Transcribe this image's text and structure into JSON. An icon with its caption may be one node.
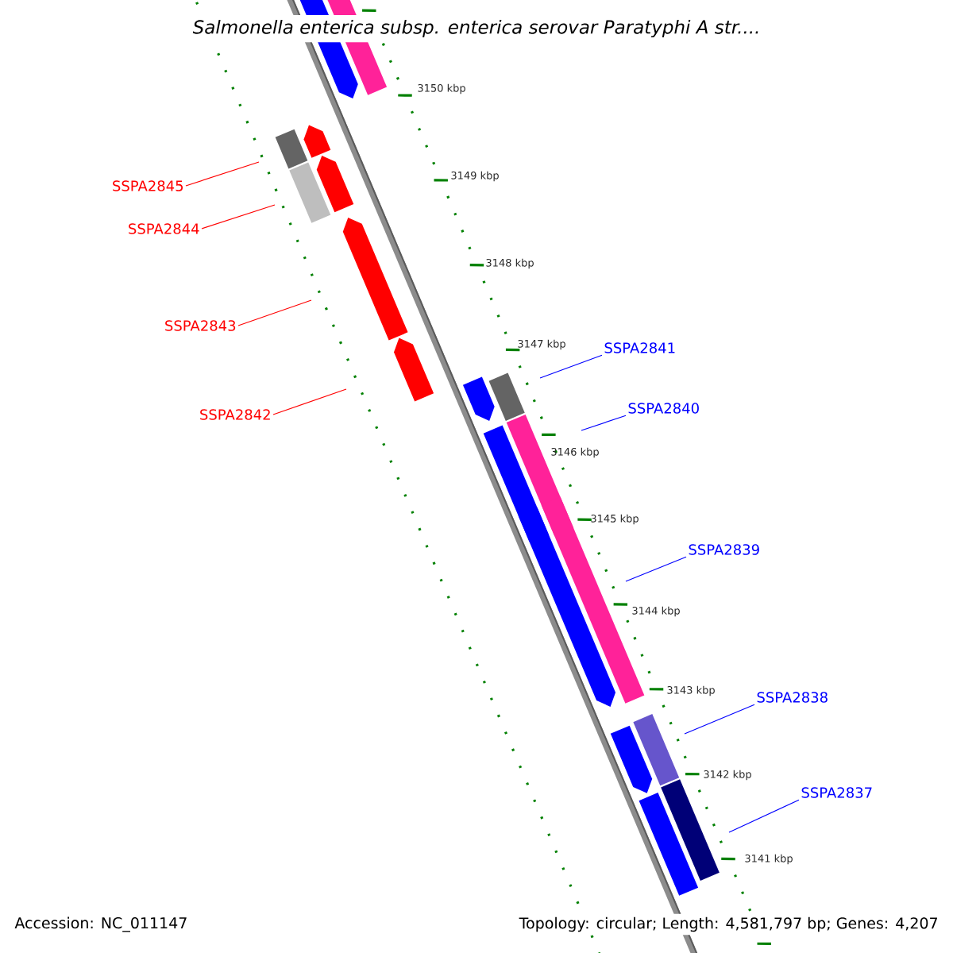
{
  "diagram": {
    "title": "Salmonella enterica subsp. enterica serovar Paratyphi A str....",
    "nodes": [
      {
        "text": [
          "SSPA2845"
        ]
      },
      {
        "text": [
          "SSPA2844"
        ]
      },
      {
        "text": [
          "SSPA2843"
        ]
      },
      {
        "text": [
          "SSPA2842"
        ]
      },
      {
        "text": [
          "SSPA2841"
        ]
      },
      {
        "text": [
          "SSPA2840"
        ]
      },
      {
        "text": [
          "SSPA2839"
        ]
      },
      {
        "text": [
          "SSPA2838"
        ]
      },
      {
        "text": [
          "SSPA2837"
        ]
      }
    ],
    "edges": [
      {
        "from": 0,
        "to": null,
        "arrow": "none",
        "color": "#ff0000"
      },
      {
        "from": 1,
        "to": null,
        "arrow": "none",
        "color": "#ff0000"
      },
      {
        "from": 2,
        "to": null,
        "arrow": "none",
        "color": "#ff0000"
      },
      {
        "from": 3,
        "to": null,
        "arrow": "none",
        "color": "#ff0000"
      },
      {
        "from": 4,
        "to": null,
        "arrow": "none",
        "color": "#0000ff"
      },
      {
        "from": 5,
        "to": null,
        "arrow": "none",
        "color": "#0000ff"
      },
      {
        "from": 6,
        "to": null,
        "arrow": "none",
        "color": "#0000ff"
      },
      {
        "from": 7,
        "to": null,
        "arrow": "none",
        "color": "#0000ff"
      },
      {
        "from": 8,
        "to": null,
        "arrow": "none",
        "color": "#0000ff"
      }
    ],
    "labels": [
      "3150 kbp",
      "3149 kbp",
      "3148 kbp",
      "3147 kbp",
      "3146 kbp",
      "3145 kbp",
      "3144 kbp",
      "3143 kbp",
      "3142 kbp",
      "3141 kbp",
      "Accession: NC_011147",
      "Topology: circular; Length: 4,581,797 bp; Genes: 4,207"
    ]
  }
}
